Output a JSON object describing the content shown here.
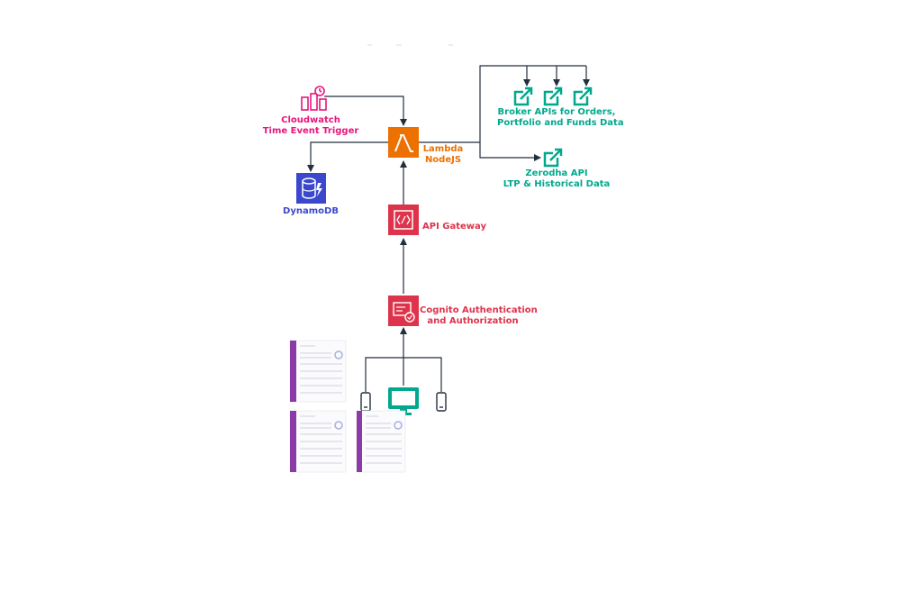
{
  "colors": {
    "pink": "#e7157b",
    "orange": "#ed7100",
    "red": "#dd344c",
    "blue": "#3b48cc",
    "teal": "#01a88d",
    "purple": "#8c3aa8",
    "line": "#232f3e"
  },
  "nodes": {
    "cloudwatch": {
      "line1": "Cloudwatch",
      "line2": "Time Event Trigger",
      "icon": "cloudwatch-icon"
    },
    "lambda": {
      "line1": "Lambda",
      "line2": "NodeJS",
      "icon": "lambda-icon"
    },
    "dynamodb": {
      "line1": "DynamoDB",
      "icon": "dynamodb-icon"
    },
    "api_gateway": {
      "line1": "API Gateway",
      "icon": "api-gateway-icon"
    },
    "cognito": {
      "line1": "Cognito Authentication",
      "line2": "and Authorization",
      "icon": "cognito-icon"
    },
    "broker": {
      "line1": "Broker APIs for Orders,",
      "line2": "Portfolio and Funds Data",
      "icon": "external-link-icon"
    },
    "zerodha": {
      "line1": "Zerodha API",
      "line2": "LTP & Historical Data",
      "icon": "external-link-icon"
    },
    "clients": {
      "icons": [
        "mobile-icon",
        "desktop-icon",
        "mobile-icon"
      ]
    }
  }
}
